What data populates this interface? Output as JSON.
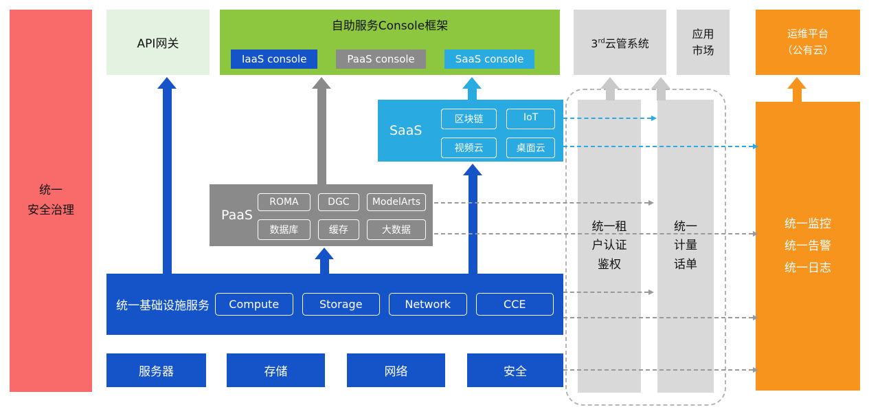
{
  "left_bar": {
    "label": "统一\n安全治理"
  },
  "top": {
    "api_gateway": "API网关",
    "console": {
      "title": "自助服务Console框架",
      "iaas": "IaaS console",
      "paas": "PaaS console",
      "saas": "SaaS console"
    },
    "third_party": {
      "num": "3",
      "sup": "rd",
      "rest": "云管系统"
    },
    "app_market": "应用\n市场",
    "om_platform": "运维平台\n（公有云）"
  },
  "saas_box": {
    "label": "SaaS",
    "items": [
      "区块链",
      "IoT",
      "视频云",
      "桌面云"
    ]
  },
  "paas_box": {
    "label": "PaaS",
    "items": [
      "ROMA",
      "DGC",
      "ModelArts",
      "数据库",
      "缓存",
      "大数据"
    ]
  },
  "infra_box": {
    "label": "统一基础设施服务",
    "items": [
      "Compute",
      "Storage",
      "Network",
      "CCE"
    ]
  },
  "bottom_row": {
    "items": [
      "服务器",
      "存储",
      "网络",
      "安全"
    ]
  },
  "right": {
    "auth": "统一租\n户认证\n鉴权",
    "billing": "统一\n计量\n话单",
    "monitor": "统一监控\n统一告警\n统一日志"
  },
  "colors": {
    "red": "#f96b6b",
    "light_green": "#e4f2e2",
    "green": "#8dc63f",
    "blue": "#1554c8",
    "gray": "#8a8a8a",
    "light_gray": "#d9d9d9",
    "cyan": "#29abe2",
    "orange": "#f7941d"
  }
}
